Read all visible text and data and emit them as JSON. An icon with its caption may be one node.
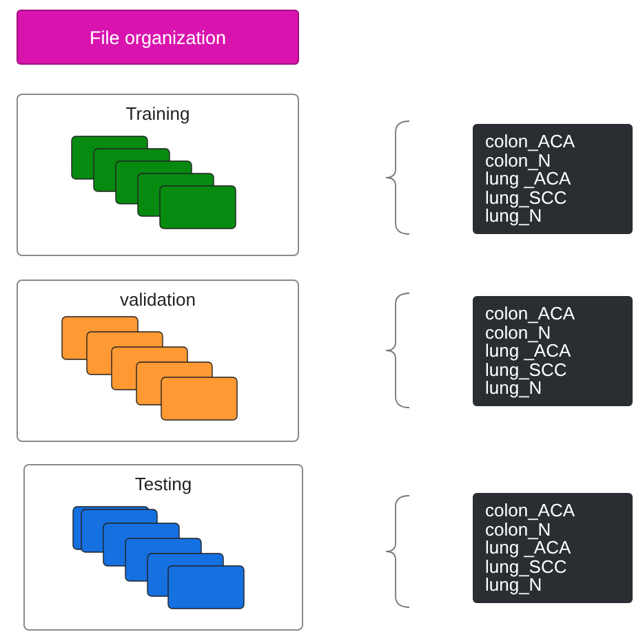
{
  "diagram": {
    "nodes": [
      {
        "text": [
          "File organization"
        ]
      },
      {
        "text": [
          "Training"
        ]
      },
      {
        "text": [
          "validation"
        ]
      },
      {
        "text": [
          "Testing"
        ]
      },
      {
        "text": [
          "colon_ACA",
          "colon_N",
          "lung _ACA",
          "lung_SCC",
          "lung_N"
        ]
      },
      {
        "text": [
          "colon_ACA",
          "colon_N",
          "lung _ACA",
          "lung_SCC",
          "lung_N"
        ]
      },
      {
        "text": [
          "colon_ACA",
          "colon_N",
          "lung _ACA",
          "lung_SCC",
          "lung_N"
        ]
      }
    ]
  }
}
